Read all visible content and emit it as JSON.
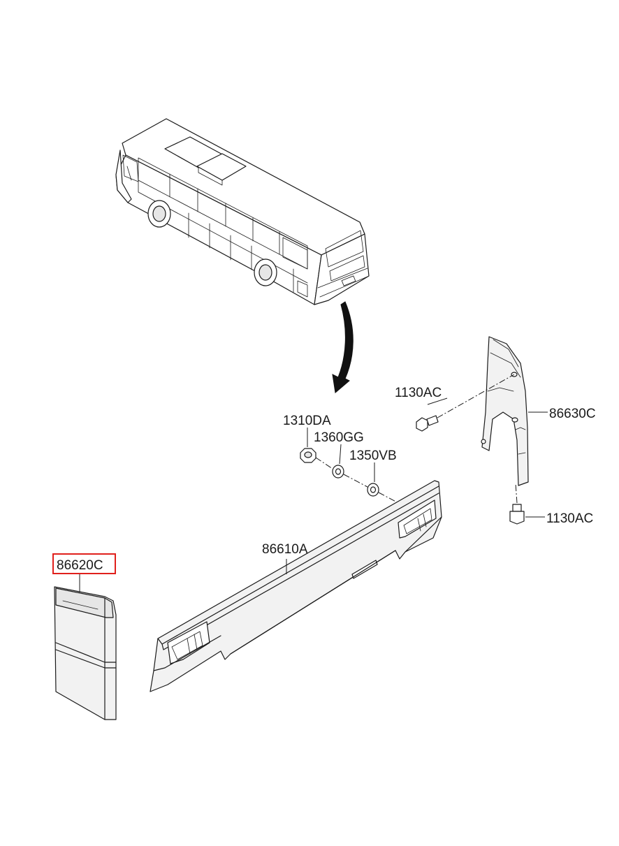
{
  "labels": {
    "bus": "",
    "p1130ac_top": "1130AC",
    "p86630c": "86630C",
    "p1310da": "1310DA",
    "p1360gg": "1360GG",
    "p1350vb": "1350VB",
    "p86610a": "86610A",
    "p86620c": "86620C",
    "p1130ac_bottom": "1130AC"
  },
  "highlight": {
    "part": "86620C",
    "color": "#e0201c"
  }
}
